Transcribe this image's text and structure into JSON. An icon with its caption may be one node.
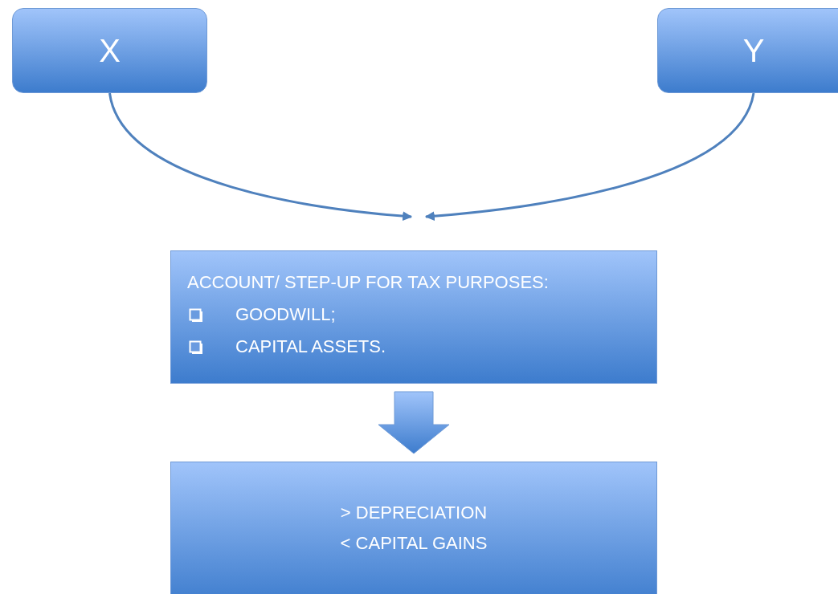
{
  "diagram": {
    "nodes": [
      {
        "text": [
          "X"
        ]
      },
      {
        "text": [
          "Y"
        ]
      },
      {
        "text": [
          "ACCOUNT/ STEP-UP FOR TAX PURPOSES:",
          "GOODWILL;",
          "CAPITAL ASSETS."
        ]
      },
      {
        "text": [
          "> DEPRECIATION",
          "< CAPITAL GAINS"
        ]
      }
    ],
    "edges": [
      {
        "from": 0,
        "to": null,
        "arrow": "to"
      },
      {
        "from": 1,
        "to": null,
        "arrow": "to"
      },
      {
        "from": 2,
        "to": 3,
        "arrow": "to",
        "style": "thick"
      }
    ]
  }
}
